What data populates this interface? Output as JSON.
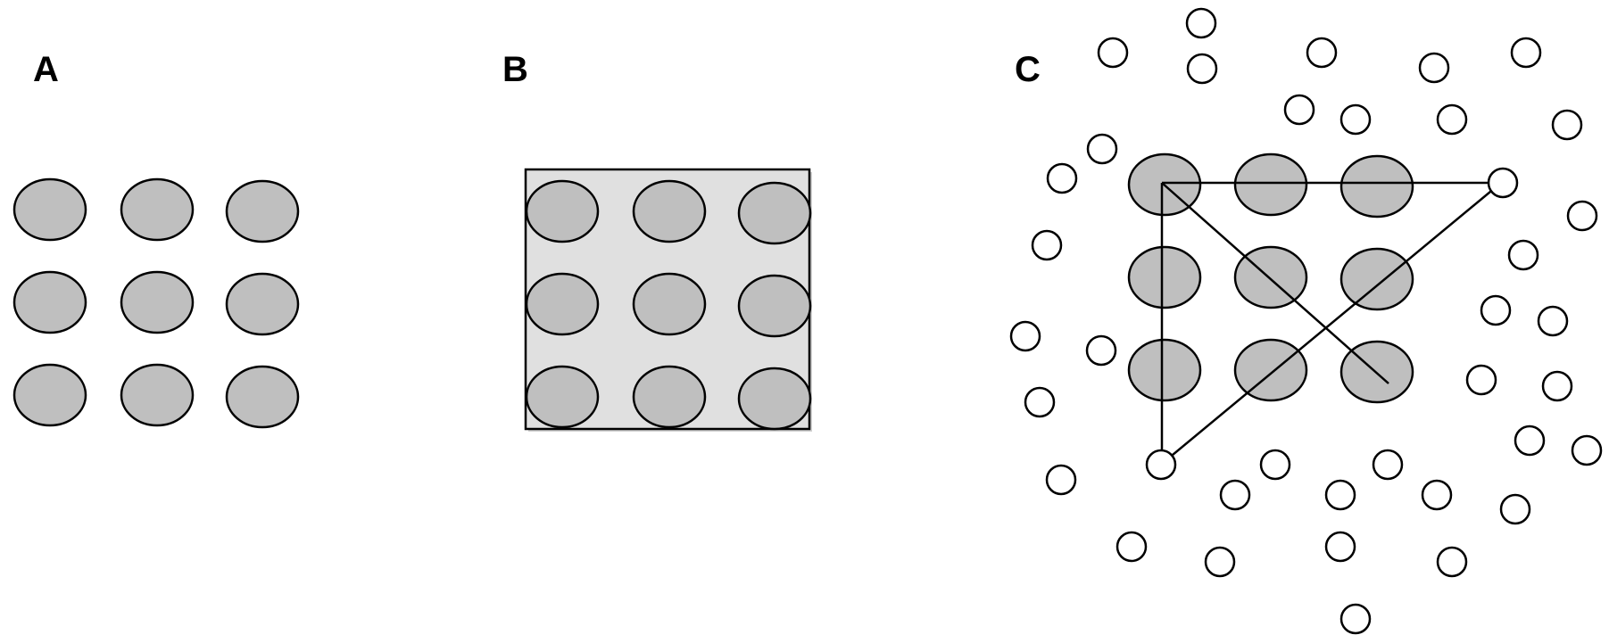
{
  "panels": [
    {
      "id": "A",
      "label": "A"
    },
    {
      "id": "B",
      "label": "B"
    },
    {
      "id": "C",
      "label": "C"
    }
  ],
  "colors": {
    "large_circle_fill": "#bfbfbf",
    "enclosure_fill": "#e0e0e0",
    "stroke": "#000000",
    "small_circle_fill": "#ffffff"
  },
  "grid": {
    "rows": 3,
    "cols": 3
  }
}
